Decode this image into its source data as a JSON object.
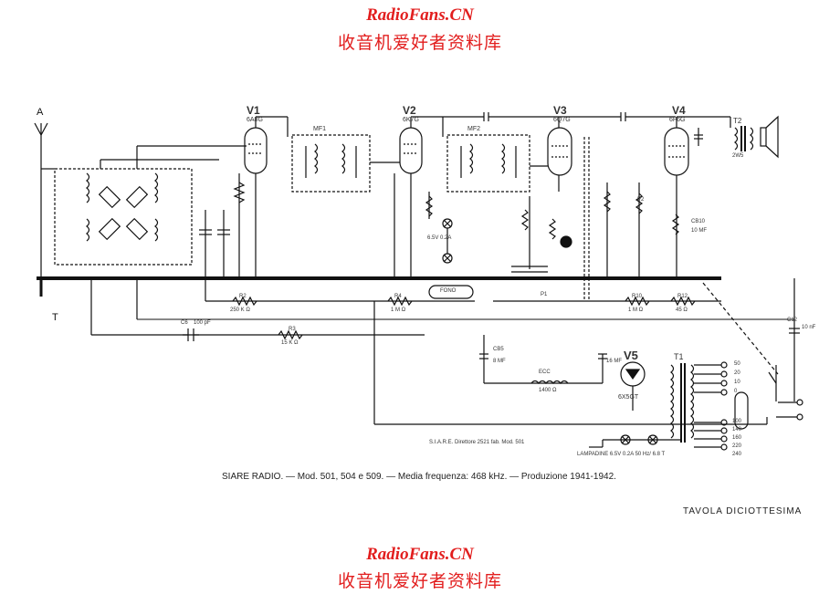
{
  "watermark": {
    "site": "RadioFans.CN",
    "chinese": "收音机爱好者资料库"
  },
  "tubes": [
    {
      "name": "V1",
      "type": "6A8G"
    },
    {
      "name": "V2",
      "type": "6K7G"
    },
    {
      "name": "V3",
      "type": "6Q7G"
    },
    {
      "name": "V4",
      "type": "6F6G"
    },
    {
      "name": "V5",
      "type": "6X5GT"
    }
  ],
  "labels": {
    "antenna": "A",
    "ground": "T",
    "if1": "MF1",
    "if2": "MF2",
    "transformer": "T1",
    "output_transformer": "T2",
    "speaker_rating": "2W5",
    "phono": "FONO",
    "lamp_label": "6.5V 0.2A",
    "ecc": "ECC",
    "ecc_value": "1400 Ω",
    "p1": "P1",
    "p2": "P2",
    "r2": "R2",
    "r2_value": "250 K Ω",
    "r3": "R3",
    "r3_value": "15 K Ω",
    "r4": "R4",
    "r4_value": "1 M Ω",
    "r10": "R10",
    "r10_value": "1 M Ω",
    "r12": "R12",
    "r12_value": "45 Ω",
    "c12": "C12",
    "c12_value": "10 nF",
    "c6": "C6",
    "c6_value": "100 pF",
    "cb5": "CB5",
    "cb5_value": "8 MF",
    "cb_v5": "16 MF",
    "cb10": "CB10",
    "cb10_value": "10 MF",
    "mains_taps": [
      "50",
      "20",
      "10",
      "0"
    ],
    "voltage_taps": [
      "100",
      "140",
      "160",
      "220",
      "240"
    ],
    "lampadine": "LAMPADINE 6.5V 0.2A 50 Hz/ 6.8 T",
    "stamp": "S.I.A.R.E. Direttore 2521 fab. Mod. 501"
  },
  "caption": "SIARE RADIO. — Mod. 501, 504 e 509. — Media frequenza: 468 kHz. — Produzione 1941-1942.",
  "tavola": "TAVOLA DICIOTTESIMA"
}
